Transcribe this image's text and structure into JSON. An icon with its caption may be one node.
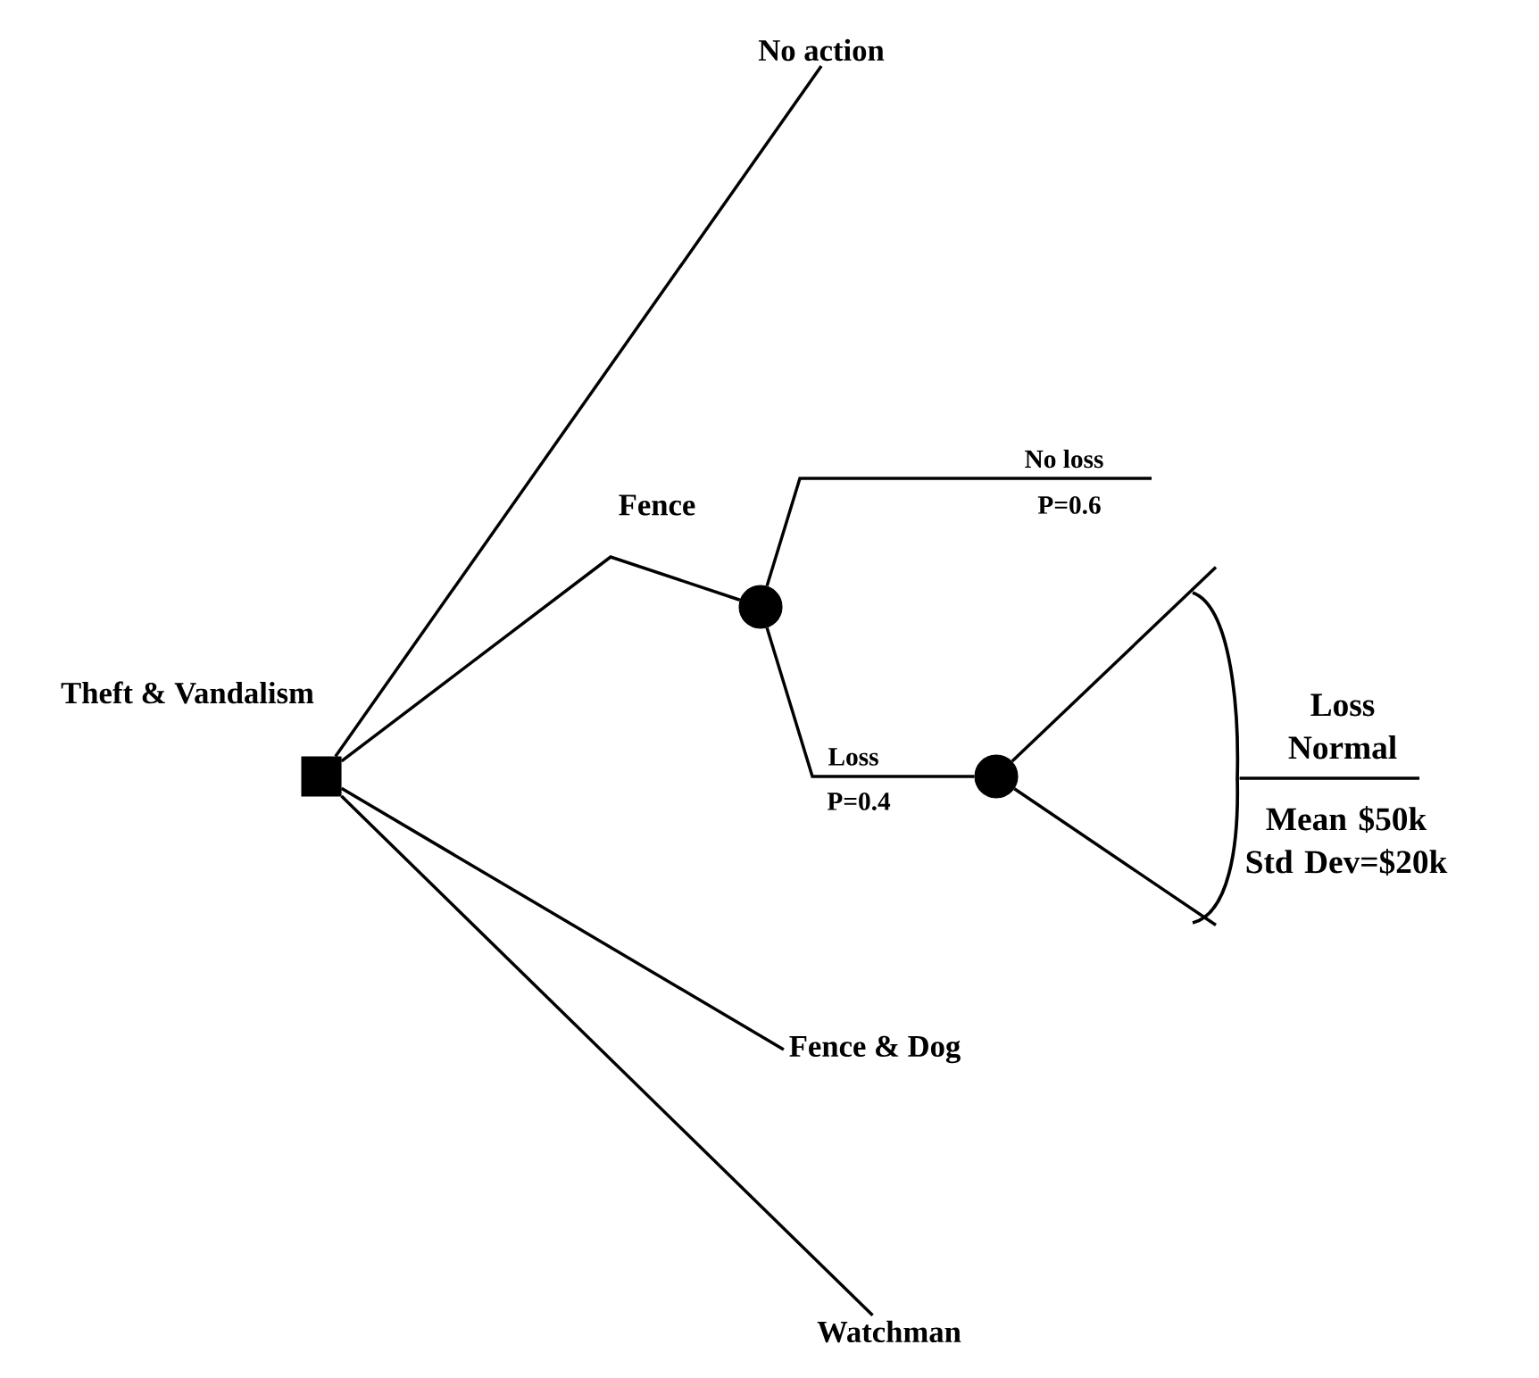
{
  "diagram": {
    "nodes": [
      {
        "text": [],
        "shape": "box",
        "beside": [
          "Theft & Vandalism"
        ]
      },
      {
        "text": [
          "No action"
        ]
      },
      {
        "text": [],
        "shape": "circle"
      },
      {
        "text": [],
        "shape": "circle"
      },
      {
        "text": [
          "Fence & Dog"
        ]
      },
      {
        "text": [
          "Watchman"
        ]
      },
      {
        "text": [],
        "shape": "arc"
      }
    ],
    "edges": [
      {
        "from": 0,
        "to": 1,
        "arrow": "none"
      },
      {
        "from": 0,
        "to": 2,
        "arrow": "none",
        "label": "Fence"
      },
      {
        "from": 0,
        "to": 4,
        "arrow": "none"
      },
      {
        "from": 0,
        "to": 5,
        "arrow": "none"
      },
      {
        "from": 2,
        "to": null,
        "arrow": "none",
        "label": "No loss"
      },
      {
        "from": 2,
        "to": 3,
        "arrow": "none",
        "label": "Loss"
      },
      {
        "from": 3,
        "to": 6,
        "arrow": "none"
      },
      {
        "from": 3,
        "to": 6,
        "arrow": "none"
      },
      {
        "from": 6,
        "to": null,
        "arrow": "none",
        "label": "Loss Normal"
      }
    ],
    "labels": [
      "P=0.6",
      "P=0.4",
      "Mean $50k Std Dev=$20k"
    ]
  }
}
